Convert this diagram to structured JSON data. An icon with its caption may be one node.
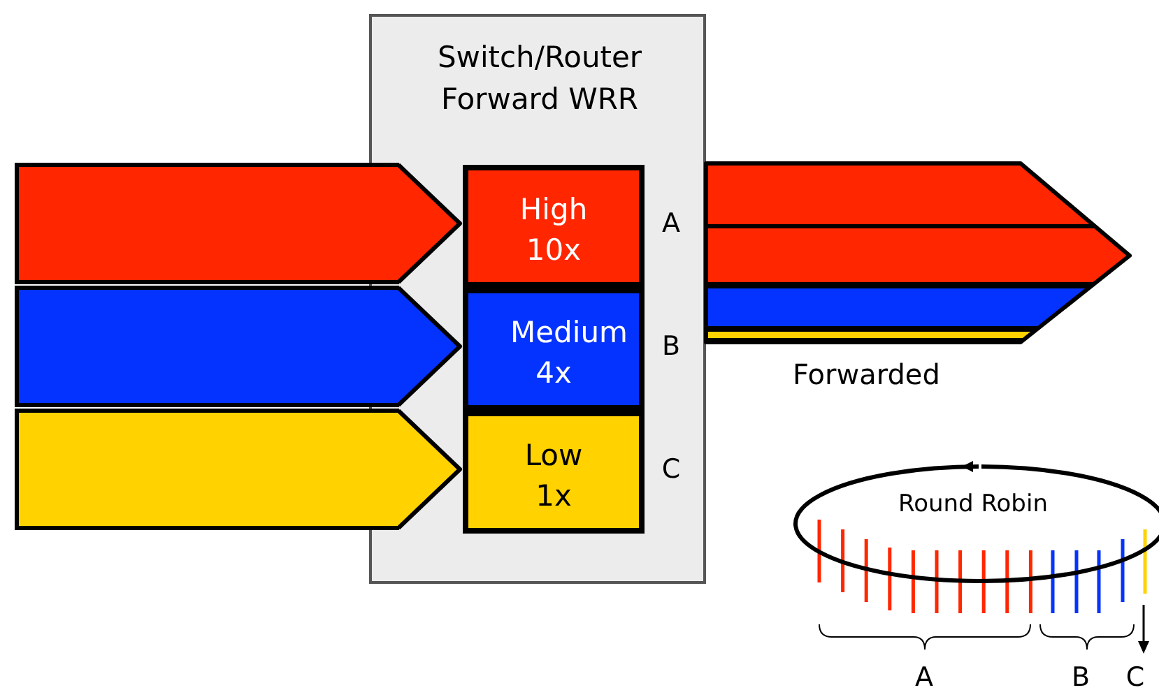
{
  "diagram": {
    "nodes": [
      {
        "text": [
          "Switch/Router Forward WRR"
        ]
      },
      {
        "text": [
          "High 10x"
        ],
        "in": 0,
        "beside": [
          "A"
        ]
      },
      {
        "text": [
          "Medium 4x"
        ],
        "in": 0,
        "beside": [
          "B"
        ]
      },
      {
        "text": [
          "Low 1x"
        ],
        "in": 0,
        "beside": [
          "C"
        ]
      },
      {
        "text": [
          "Round Robin"
        ]
      }
    ],
    "edges": [
      {
        "from": null,
        "to": 1,
        "arrow": "to",
        "color": "#ff2600"
      },
      {
        "from": null,
        "to": 2,
        "arrow": "to",
        "color": "#0433ff"
      },
      {
        "from": null,
        "to": 3,
        "arrow": "to",
        "color": "#ffd200"
      },
      {
        "from": 0,
        "to": null,
        "arrow": "to",
        "label": "Forwarded"
      }
    ],
    "labels": [
      "A",
      "B",
      "C"
    ]
  }
}
